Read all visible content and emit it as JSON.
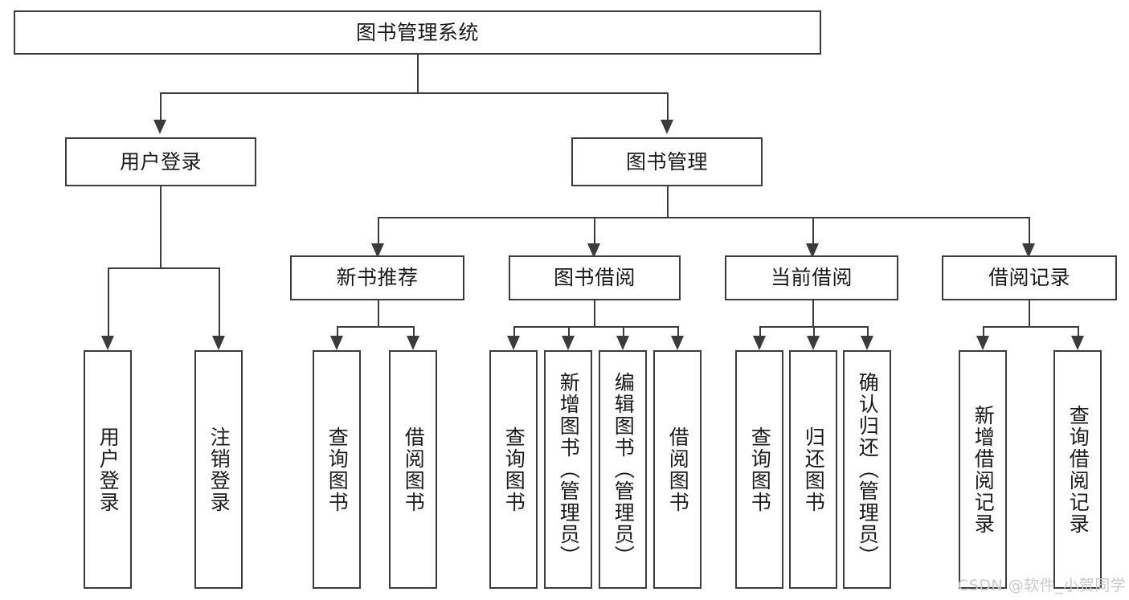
{
  "diagram": {
    "type": "hierarchy-tree",
    "title": "图书管理系统",
    "watermark": "CSDN @软件_小贺同学",
    "colors": {
      "stroke": "#3b3b3b",
      "fill": "#ffffff",
      "text": "#1a1a1a",
      "watermark": "#c9c9c9"
    },
    "levels": {
      "root": {
        "label": "图书管理系统"
      },
      "level2": [
        {
          "label": "用户登录"
        },
        {
          "label": "图书管理"
        }
      ],
      "level3": [
        {
          "label": "新书推荐"
        },
        {
          "label": "图书借阅"
        },
        {
          "label": "当前借阅"
        },
        {
          "label": "借阅记录"
        }
      ],
      "leaves": {
        "user_login": [
          {
            "label": "用户登录"
          },
          {
            "label": "注销登录"
          }
        ],
        "new_book_recommend": [
          {
            "label": "查询图书"
          },
          {
            "label": "借阅图书"
          }
        ],
        "book_borrow": [
          {
            "label": "查询图书"
          },
          {
            "label": "新增图书（管理员）"
          },
          {
            "label": "编辑图书（管理员）"
          },
          {
            "label": "借阅图书"
          }
        ],
        "current_borrow": [
          {
            "label": "查询图书"
          },
          {
            "label": "归还图书"
          },
          {
            "label": "确认归还（管理员）"
          }
        ],
        "borrow_record": [
          {
            "label": "新增借阅记录"
          },
          {
            "label": "查询借阅记录"
          }
        ]
      }
    }
  }
}
